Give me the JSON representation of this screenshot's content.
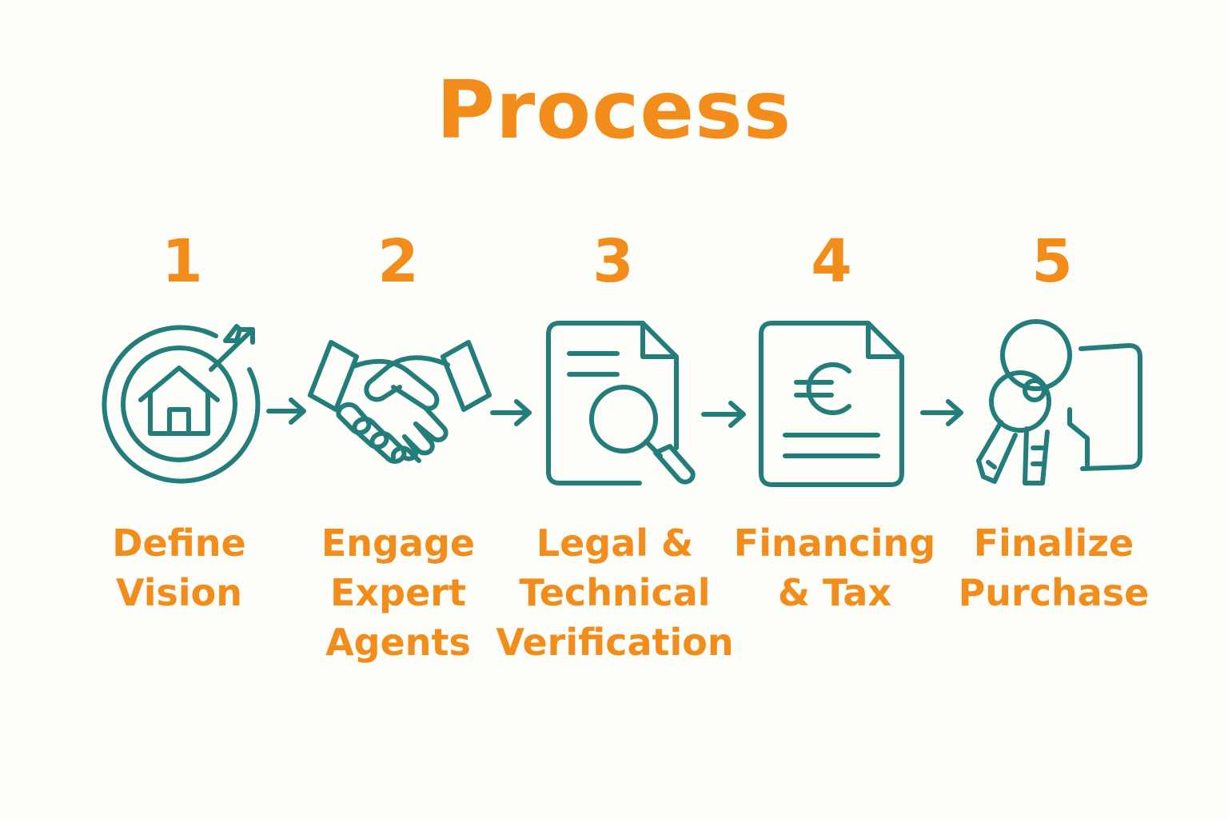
{
  "title": "Process",
  "steps": [
    {
      "number": "1",
      "label": "Define\nVision",
      "icon": "target-house-icon"
    },
    {
      "number": "2",
      "label": "Engage\nExpert\nAgents",
      "icon": "handshake-icon"
    },
    {
      "number": "3",
      "label": "Legal &\nTechnical\nVerification",
      "icon": "document-magnifier-icon"
    },
    {
      "number": "4",
      "label": "Financing\n& Tax",
      "icon": "euro-document-icon"
    },
    {
      "number": "5",
      "label": "Finalize\nPurchase",
      "icon": "keys-door-icon"
    }
  ],
  "colors": {
    "accent": "#f28c1a",
    "icon_stroke": "#237d7a",
    "background": "#fdfdf9"
  }
}
